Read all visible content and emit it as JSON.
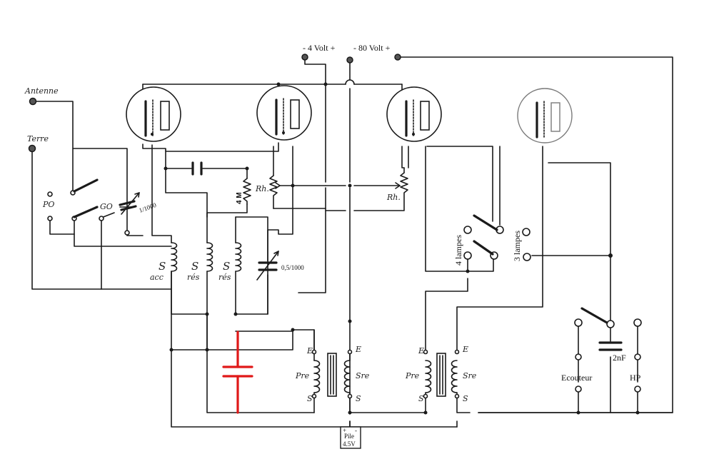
{
  "labels": {
    "antenne": "Antenne",
    "terre": "Terre",
    "po": "PO",
    "go": "GO",
    "supply_4v": "-  4 Volt  +",
    "supply_80v": "-  80 Volt  +",
    "r_4m": "4 M",
    "rh1": "Rh.",
    "rh2": "Rh.",
    "cap_1000": "1/1000",
    "cap_05_1000": "0,5/1000",
    "s_acc": "S",
    "s_acc_sub": "acc",
    "s_res1": "S",
    "s_res1_sub": "rés",
    "s_res2": "S",
    "s_res2_sub": "rés",
    "lampes_4": "4 lampes",
    "lampes_3": "3 lampes",
    "cap_2nf": "2nF",
    "ecouteur": "Ecouteur",
    "hp": "HP",
    "pile_title": "Pile",
    "pile_voltage": "4.5V",
    "pile_plus": "+",
    "pile_minus": "-",
    "tr1_e_left": "E",
    "tr1_e_right": "E",
    "tr1_pri": "Pre",
    "tr1_sec": "Sre",
    "tr1_s_left": "S",
    "tr1_s_right": "S",
    "tr2_e_left": "E",
    "tr2_e_right": "E",
    "tr2_pri": "Pre",
    "tr2_sec": "Sre",
    "tr2_s_left": "S",
    "tr2_s_right": "S"
  },
  "colors": {
    "ink": "#1a1a1a",
    "added_capacitor": "#e01818",
    "background": "#ffffff"
  },
  "icons": {
    "terminal": "binding-post",
    "tube": "triode-valve",
    "switch": "knife-switch"
  }
}
